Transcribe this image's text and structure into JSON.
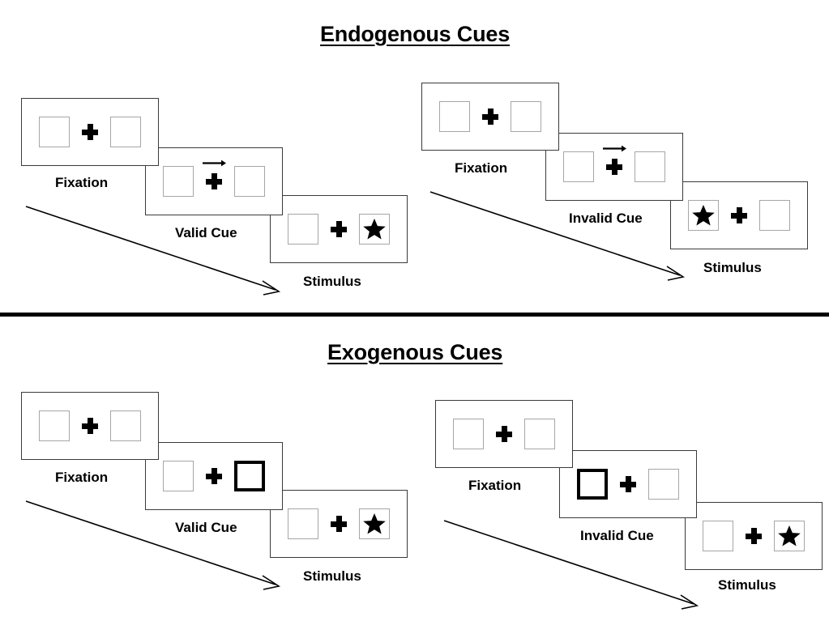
{
  "page": {
    "background": "#ffffff",
    "line_color": "#3a3a3a",
    "box_color": "#a6a6a6",
    "ink_color": "#000000"
  },
  "sections": [
    {
      "id": "endogenous",
      "title": "Endogenous Cues",
      "cue_type": "arrow",
      "trials": [
        {
          "id": "endogenous-valid",
          "validity": "valid",
          "frames": [
            {
              "label": "Fixation",
              "cue": "none",
              "stimulus": "none",
              "left_box": "empty",
              "right_box": "empty"
            },
            {
              "label": "Valid Cue",
              "cue": "arrow-right",
              "stimulus": "none",
              "left_box": "empty",
              "right_box": "empty"
            },
            {
              "label": "Stimulus",
              "cue": "none",
              "stimulus": "right",
              "left_box": "empty",
              "right_box": "star"
            }
          ]
        },
        {
          "id": "endogenous-invalid",
          "validity": "invalid",
          "frames": [
            {
              "label": "Fixation",
              "cue": "none",
              "stimulus": "none",
              "left_box": "empty",
              "right_box": "empty"
            },
            {
              "label": "Invalid Cue",
              "cue": "arrow-right",
              "stimulus": "none",
              "left_box": "empty",
              "right_box": "empty"
            },
            {
              "label": "Stimulus",
              "cue": "none",
              "stimulus": "left",
              "left_box": "star",
              "right_box": "empty"
            }
          ]
        }
      ]
    },
    {
      "id": "exogenous",
      "title": "Exogenous Cues",
      "cue_type": "box-flash",
      "trials": [
        {
          "id": "exogenous-valid",
          "validity": "valid",
          "frames": [
            {
              "label": "Fixation",
              "cue": "none",
              "stimulus": "none",
              "left_box": "empty",
              "right_box": "empty"
            },
            {
              "label": "Valid Cue",
              "cue": "highlight-right",
              "stimulus": "none",
              "left_box": "empty",
              "right_box": "highlight"
            },
            {
              "label": "Stimulus",
              "cue": "none",
              "stimulus": "right",
              "left_box": "empty",
              "right_box": "star"
            }
          ]
        },
        {
          "id": "exogenous-invalid",
          "validity": "invalid",
          "frames": [
            {
              "label": "Fixation",
              "cue": "none",
              "stimulus": "none",
              "left_box": "empty",
              "right_box": "empty"
            },
            {
              "label": "Invalid Cue",
              "cue": "highlight-left",
              "stimulus": "none",
              "left_box": "highlight",
              "right_box": "empty"
            },
            {
              "label": "Stimulus",
              "cue": "none",
              "stimulus": "right",
              "left_box": "empty",
              "right_box": "star"
            }
          ]
        }
      ]
    }
  ],
  "icons": {
    "fixation_cross": "plus-cross-icon",
    "target": "star-icon",
    "endogenous_cue": "arrow-right-icon",
    "time_flow": "long-arrow-down-right-icon"
  }
}
